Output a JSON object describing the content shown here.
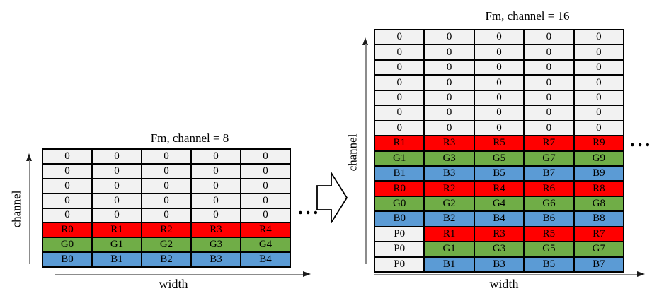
{
  "colors": {
    "red": "#FF0000",
    "green": "#70AD47",
    "blue": "#5B9BD5",
    "zero": "#F2F2F2",
    "pad": "#F2F2F2",
    "table_border": "#000000",
    "axis_line": "#8C8C8C",
    "arrowhead": "#1A1A1A",
    "text": "#000000",
    "background": "#FFFFFF",
    "block_arrow_fill": "#FFFFFF",
    "block_arrow_border": "#000000"
  },
  "left_panel": {
    "title": "Fm, channel = 8",
    "y_axis_label": "channel",
    "x_axis_label": "width",
    "ellipsis": "...",
    "table": {
      "rows": [
        {
          "cells": [
            "0",
            "0",
            "0",
            "0",
            "0"
          ],
          "cell_colors": [
            "zero",
            "zero",
            "zero",
            "zero",
            "zero"
          ]
        },
        {
          "cells": [
            "0",
            "0",
            "0",
            "0",
            "0"
          ],
          "cell_colors": [
            "zero",
            "zero",
            "zero",
            "zero",
            "zero"
          ]
        },
        {
          "cells": [
            "0",
            "0",
            "0",
            "0",
            "0"
          ],
          "cell_colors": [
            "zero",
            "zero",
            "zero",
            "zero",
            "zero"
          ]
        },
        {
          "cells": [
            "0",
            "0",
            "0",
            "0",
            "0"
          ],
          "cell_colors": [
            "zero",
            "zero",
            "zero",
            "zero",
            "zero"
          ]
        },
        {
          "cells": [
            "0",
            "0",
            "0",
            "0",
            "0"
          ],
          "cell_colors": [
            "zero",
            "zero",
            "zero",
            "zero",
            "zero"
          ]
        },
        {
          "cells": [
            "R0",
            "R1",
            "R2",
            "R3",
            "R4"
          ],
          "cell_colors": [
            "red",
            "red",
            "red",
            "red",
            "red"
          ]
        },
        {
          "cells": [
            "G0",
            "G1",
            "G2",
            "G3",
            "G4"
          ],
          "cell_colors": [
            "green",
            "green",
            "green",
            "green",
            "green"
          ]
        },
        {
          "cells": [
            "B0",
            "B1",
            "B2",
            "B3",
            "B4"
          ],
          "cell_colors": [
            "blue",
            "blue",
            "blue",
            "blue",
            "blue"
          ]
        }
      ]
    }
  },
  "right_panel": {
    "title": "Fm, channel = 16",
    "y_axis_label": "channel",
    "x_axis_label": "width",
    "ellipsis": "...",
    "table": {
      "rows": [
        {
          "cells": [
            "0",
            "0",
            "0",
            "0",
            "0"
          ],
          "cell_colors": [
            "zero",
            "zero",
            "zero",
            "zero",
            "zero"
          ]
        },
        {
          "cells": [
            "0",
            "0",
            "0",
            "0",
            "0"
          ],
          "cell_colors": [
            "zero",
            "zero",
            "zero",
            "zero",
            "zero"
          ]
        },
        {
          "cells": [
            "0",
            "0",
            "0",
            "0",
            "0"
          ],
          "cell_colors": [
            "zero",
            "zero",
            "zero",
            "zero",
            "zero"
          ]
        },
        {
          "cells": [
            "0",
            "0",
            "0",
            "0",
            "0"
          ],
          "cell_colors": [
            "zero",
            "zero",
            "zero",
            "zero",
            "zero"
          ]
        },
        {
          "cells": [
            "0",
            "0",
            "0",
            "0",
            "0"
          ],
          "cell_colors": [
            "zero",
            "zero",
            "zero",
            "zero",
            "zero"
          ]
        },
        {
          "cells": [
            "0",
            "0",
            "0",
            "0",
            "0"
          ],
          "cell_colors": [
            "zero",
            "zero",
            "zero",
            "zero",
            "zero"
          ]
        },
        {
          "cells": [
            "0",
            "0",
            "0",
            "0",
            "0"
          ],
          "cell_colors": [
            "zero",
            "zero",
            "zero",
            "zero",
            "zero"
          ]
        },
        {
          "cells": [
            "R1",
            "R3",
            "R5",
            "R7",
            "R9"
          ],
          "cell_colors": [
            "red",
            "red",
            "red",
            "red",
            "red"
          ]
        },
        {
          "cells": [
            "G1",
            "G3",
            "G5",
            "G7",
            "G9"
          ],
          "cell_colors": [
            "green",
            "green",
            "green",
            "green",
            "green"
          ]
        },
        {
          "cells": [
            "B1",
            "B3",
            "B5",
            "B7",
            "B9"
          ],
          "cell_colors": [
            "blue",
            "blue",
            "blue",
            "blue",
            "blue"
          ]
        },
        {
          "cells": [
            "R0",
            "R2",
            "R4",
            "R6",
            "R8"
          ],
          "cell_colors": [
            "red",
            "red",
            "red",
            "red",
            "red"
          ]
        },
        {
          "cells": [
            "G0",
            "G2",
            "G4",
            "G6",
            "G8"
          ],
          "cell_colors": [
            "green",
            "green",
            "green",
            "green",
            "green"
          ]
        },
        {
          "cells": [
            "B0",
            "B2",
            "B4",
            "B6",
            "B8"
          ],
          "cell_colors": [
            "blue",
            "blue",
            "blue",
            "blue",
            "blue"
          ]
        },
        {
          "cells": [
            "P0",
            "R1",
            "R3",
            "R5",
            "R7"
          ],
          "cell_colors": [
            "pad",
            "red",
            "red",
            "red",
            "red"
          ]
        },
        {
          "cells": [
            "P0",
            "G1",
            "G3",
            "G5",
            "G7"
          ],
          "cell_colors": [
            "pad",
            "green",
            "green",
            "green",
            "green"
          ]
        },
        {
          "cells": [
            "P0",
            "B1",
            "B3",
            "B5",
            "B7"
          ],
          "cell_colors": [
            "pad",
            "blue",
            "blue",
            "blue",
            "blue"
          ]
        }
      ]
    }
  },
  "transform_arrow": {
    "direction": "right"
  }
}
